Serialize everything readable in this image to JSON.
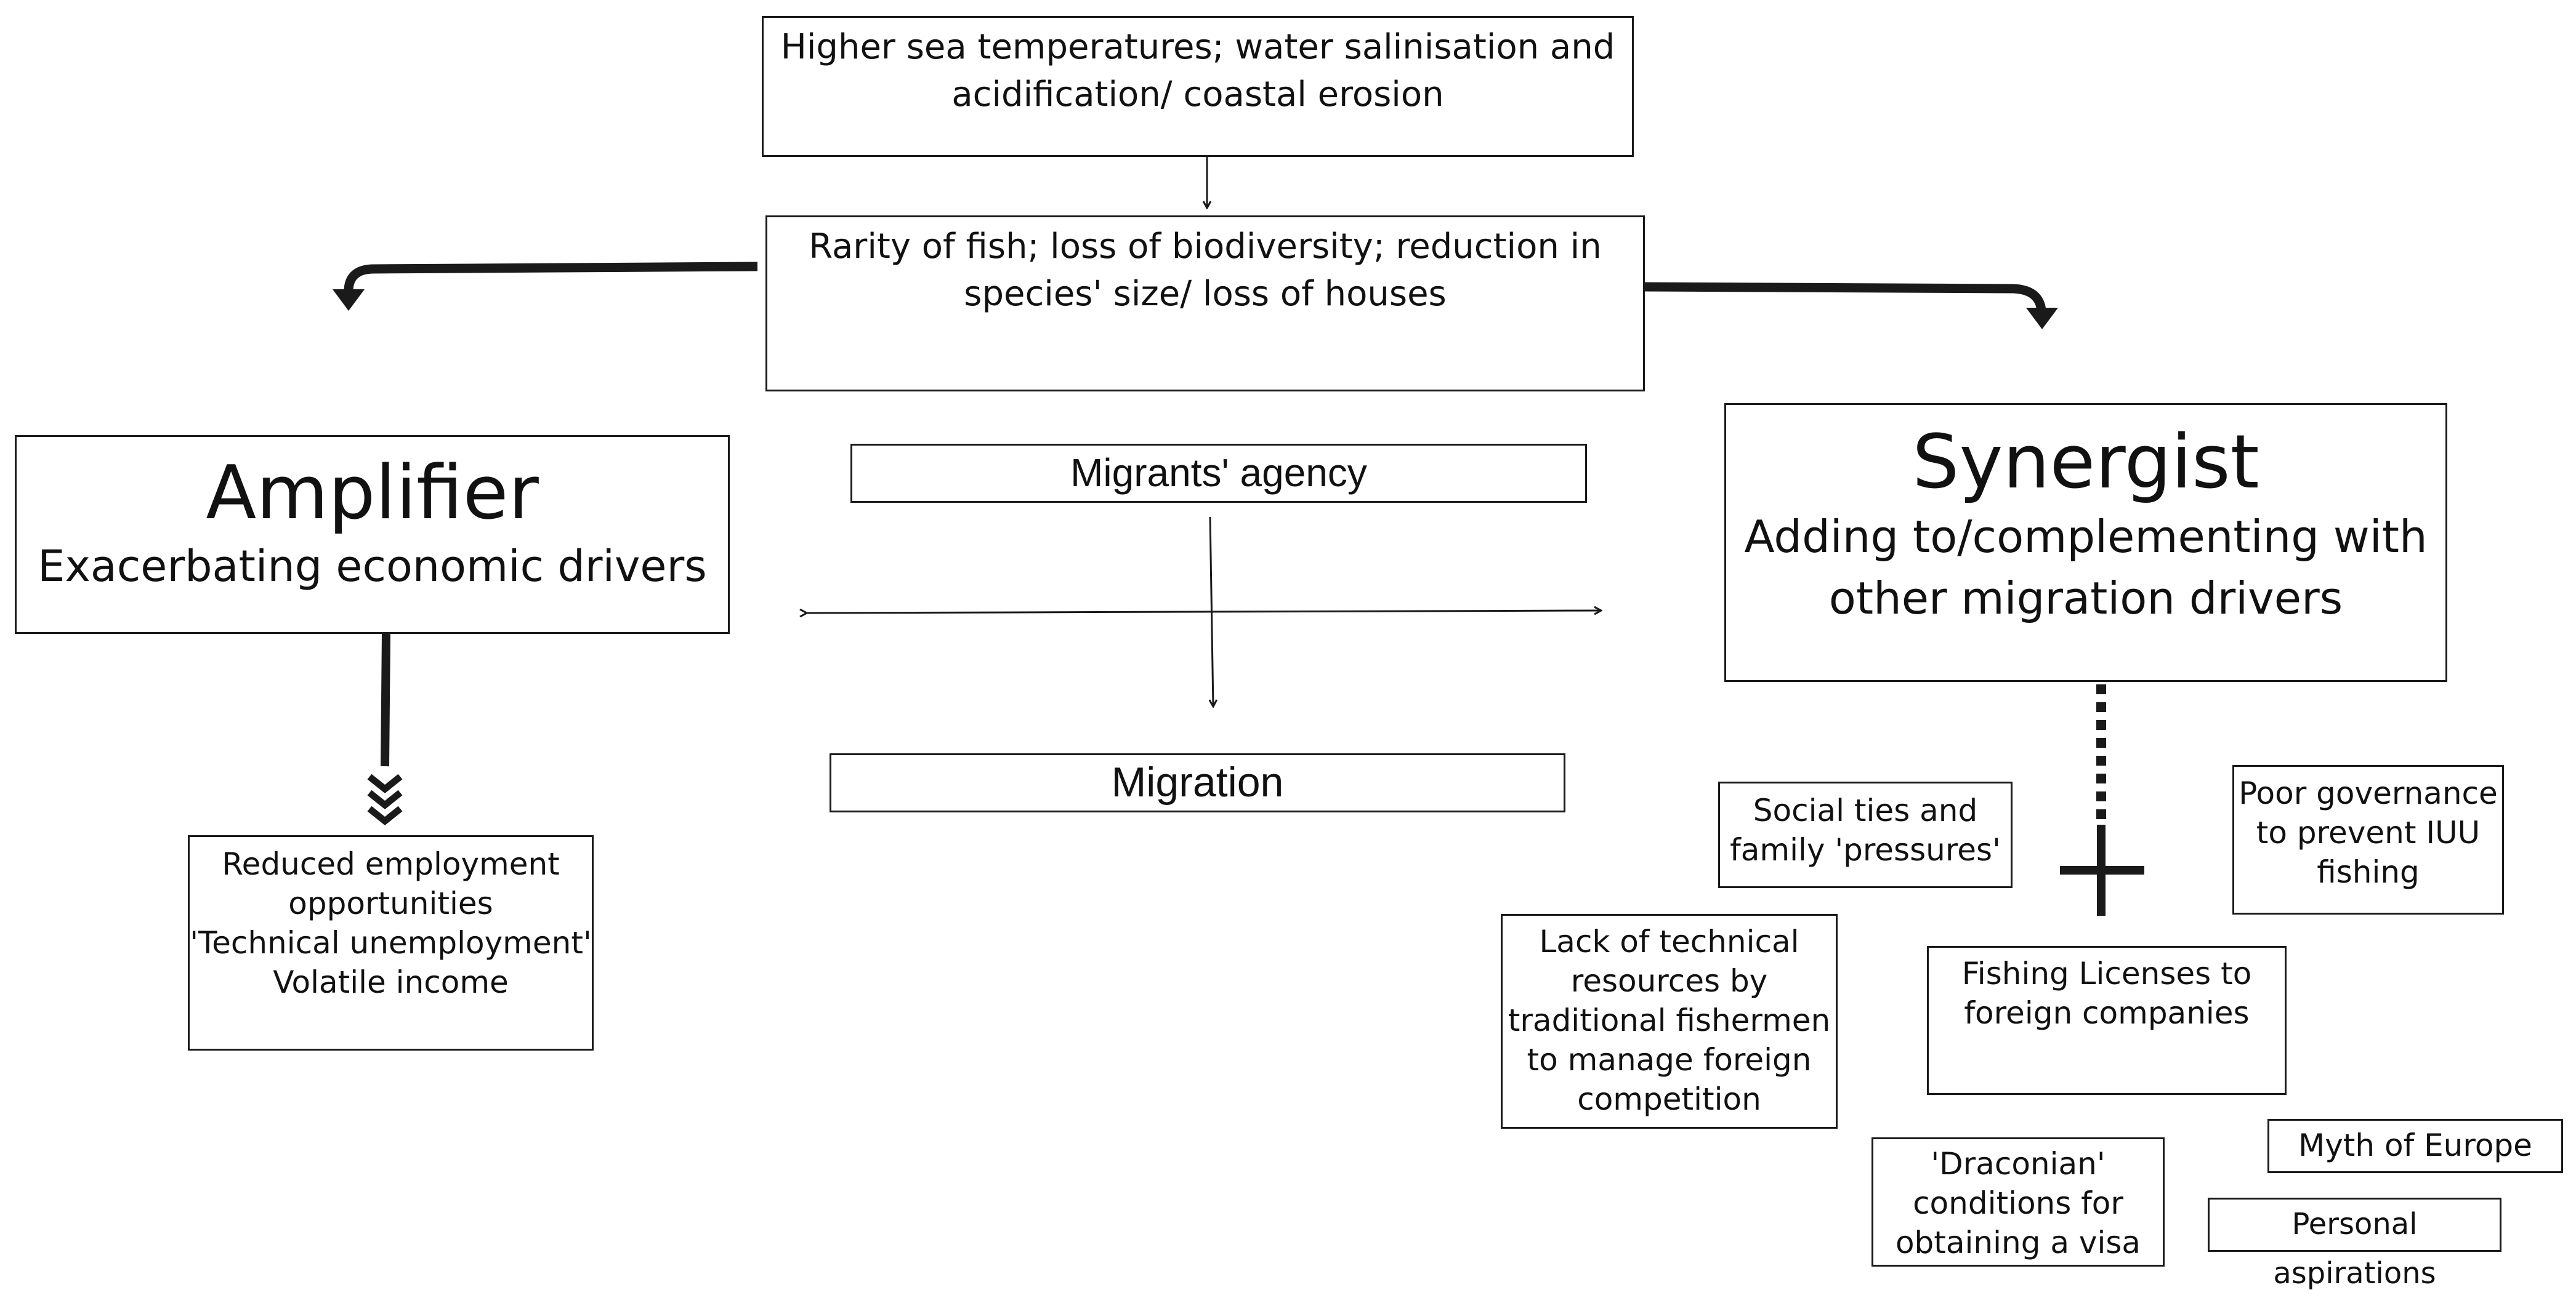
{
  "colors": {
    "line": "#1a1a1a",
    "background": "#ffffff"
  },
  "nodes": {
    "top": "Higher sea temperatures; water salinisation and acidification/ coastal erosion",
    "impacts": "Rarity of fish; loss of biodiversity; reduction in species' size/ loss of houses",
    "amplifier": {
      "title": "Amplifier",
      "subtitle": "Exacerbating economic drivers"
    },
    "agency": "Migrants' agency",
    "migration": "Migration",
    "synergist": {
      "title": "Synergist",
      "subtitle": "Adding to/complementing with other migration drivers"
    },
    "employment": [
      "Reduced employment",
      "opportunities",
      "'Technical unemployment'",
      "Volatile income"
    ],
    "social": [
      "Social ties and",
      "family 'pressures'"
    ],
    "governance": [
      "Poor governance",
      "to prevent IUU",
      "fishing"
    ],
    "technical": [
      "Lack of technical",
      "resources by",
      "traditional fishermen",
      "to manage foreign",
      "competition"
    ],
    "licenses": [
      "Fishing Licenses to",
      "foreign companies"
    ],
    "draconian": [
      "'Draconian'",
      "conditions for",
      "obtaining a visa"
    ],
    "myth": "Myth of Europe",
    "personal": "Personal aspirations"
  }
}
